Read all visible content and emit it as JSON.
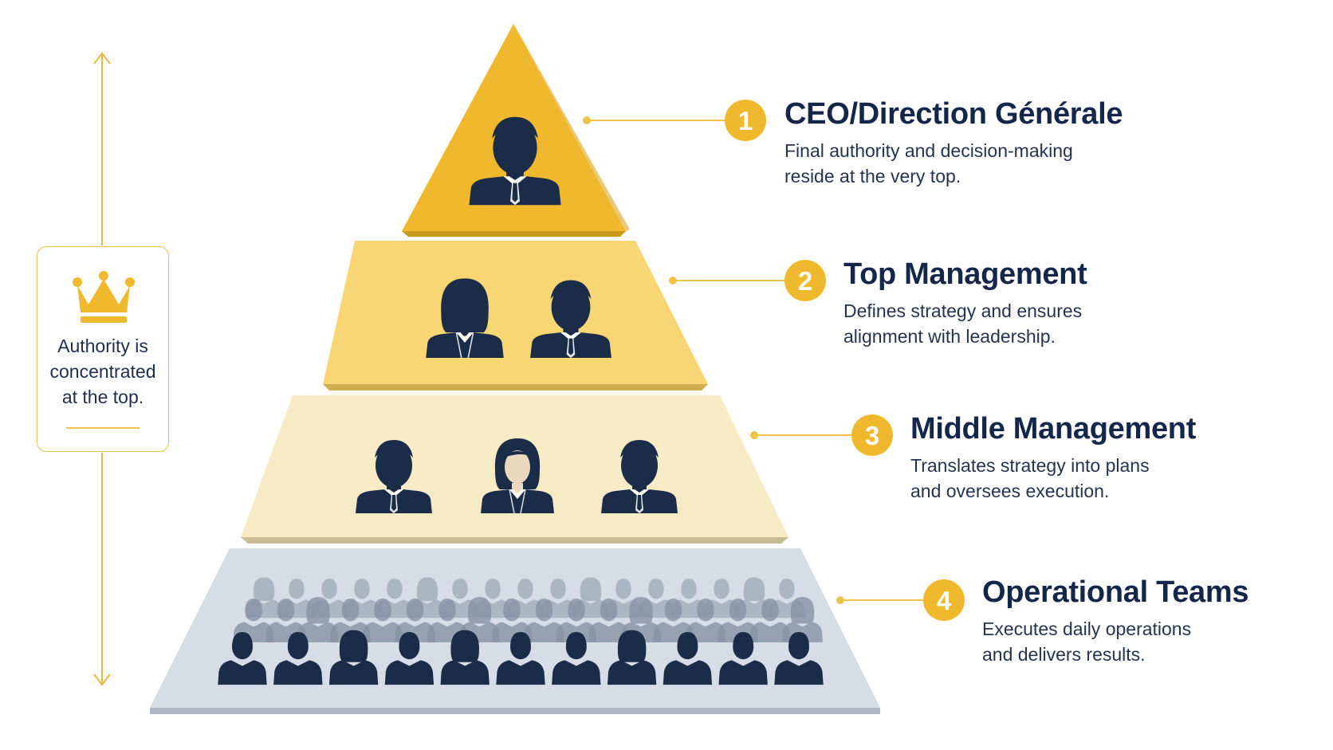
{
  "colors": {
    "gold": "#f0b92d",
    "gold_light": "#f7d673",
    "cream": "#f7ebc6",
    "slate": "#d6dde6",
    "navy": "#1b2c48"
  },
  "side_panel": {
    "icon": "crown-icon",
    "text_lines": [
      "Authority is",
      "concentrated",
      "at the top."
    ]
  },
  "levels": [
    {
      "number": "1",
      "title": "CEO/Direction Générale",
      "desc_lines": [
        "Final authority and decision-making",
        "reside at the very top."
      ]
    },
    {
      "number": "2",
      "title": "Top Management",
      "desc_lines": [
        "Defines strategy and ensures",
        "alignment with leadership."
      ]
    },
    {
      "number": "3",
      "title": "Middle Management",
      "desc_lines": [
        "Translates strategy into plans",
        "and oversees execution."
      ]
    },
    {
      "number": "4",
      "title": "Operational Teams",
      "desc_lines": [
        "Executes daily operations",
        "and delivers results."
      ]
    }
  ]
}
